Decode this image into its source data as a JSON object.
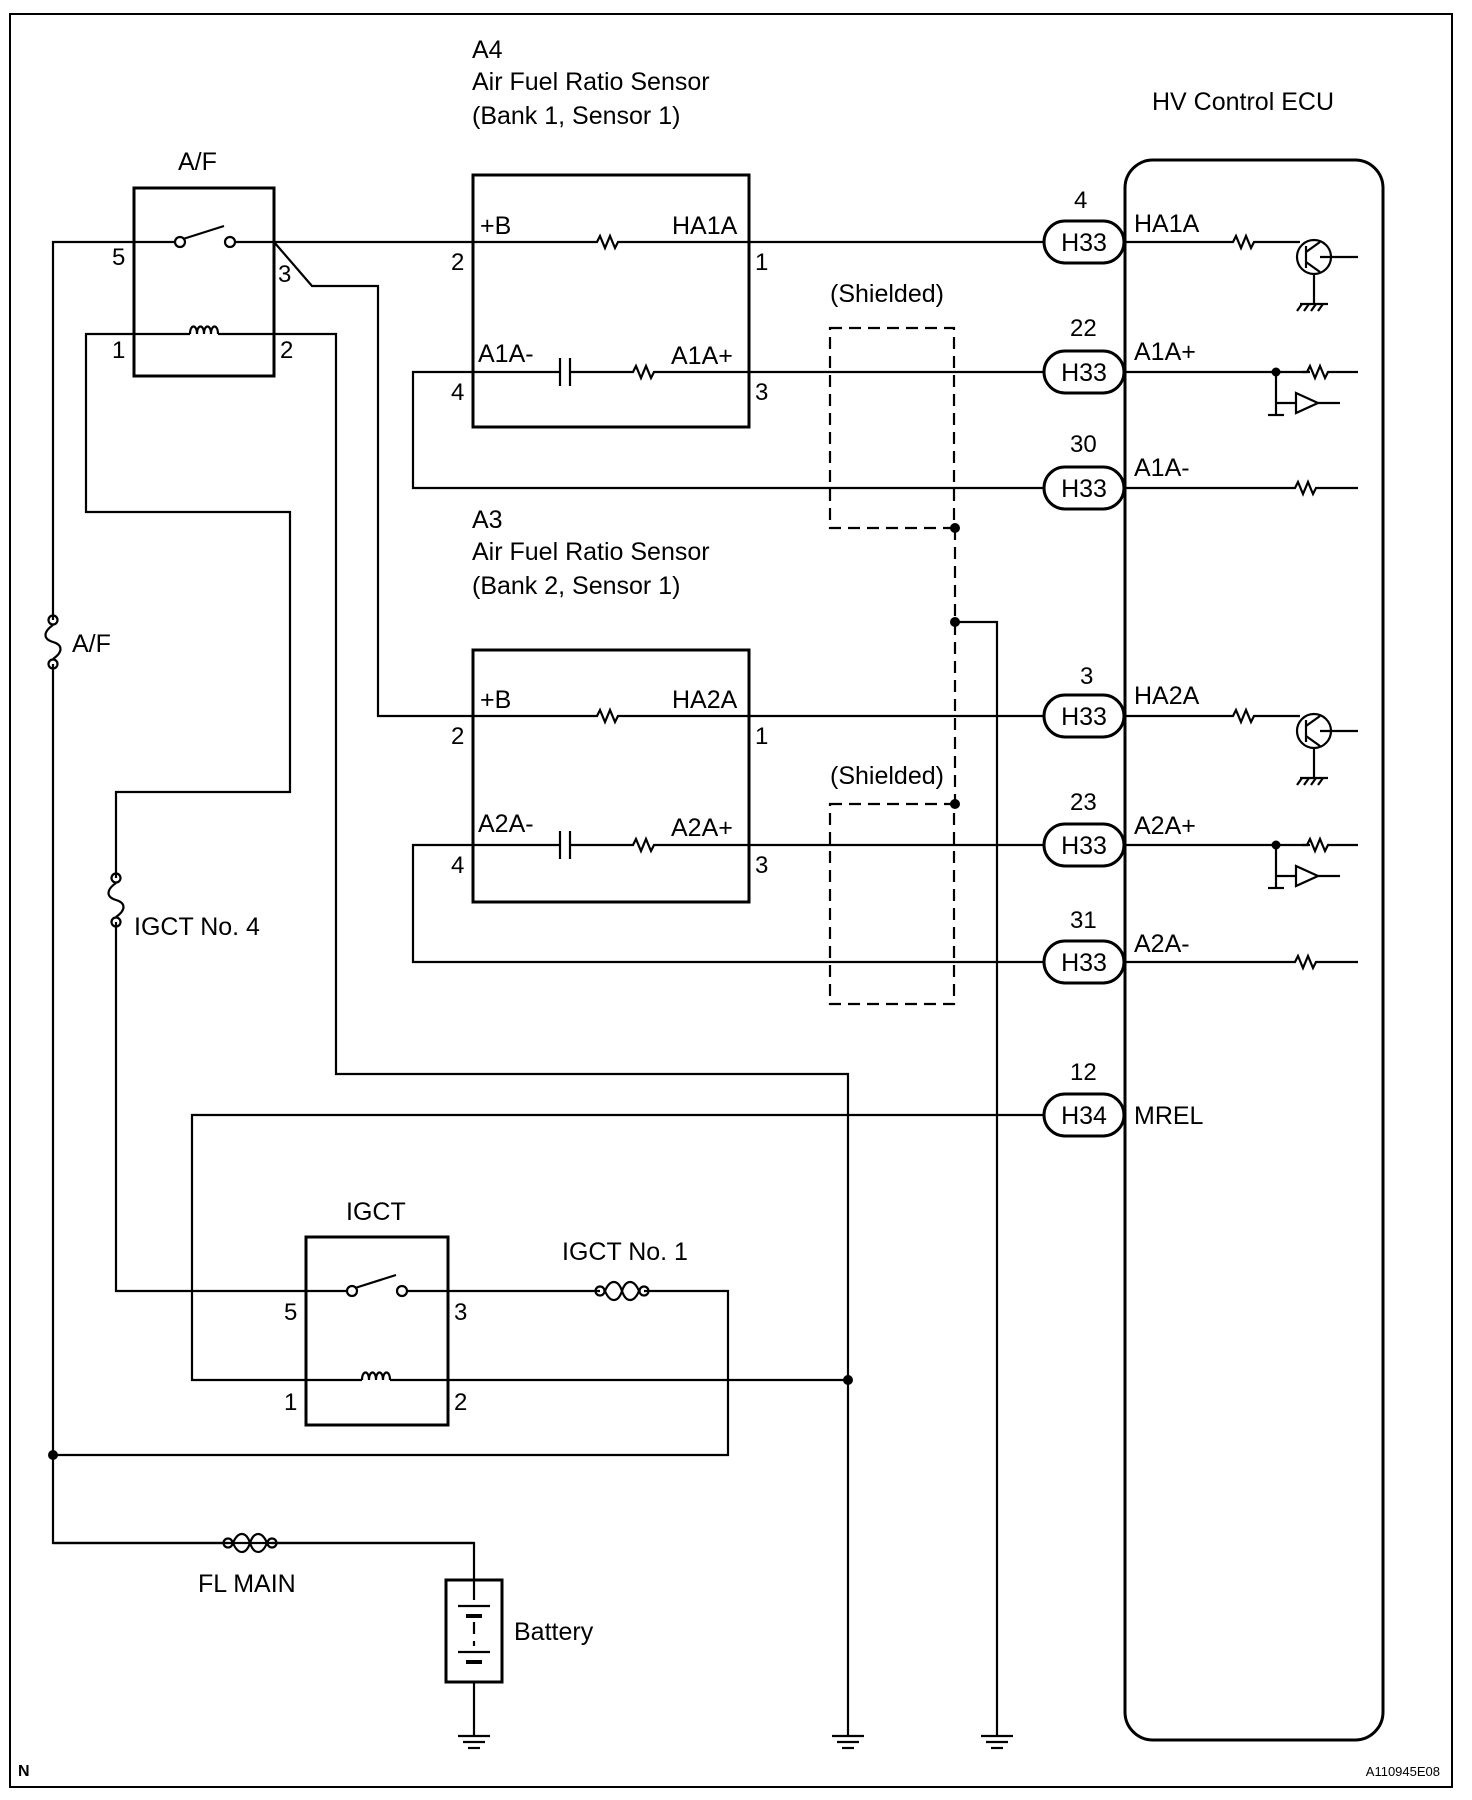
{
  "components": {
    "a4_id": "A4",
    "a4_name": "Air Fuel Ratio Sensor",
    "a4_position": "(Bank 1, Sensor 1)",
    "a3_id": "A3",
    "a3_name": "Air Fuel Ratio Sensor",
    "a3_position": "(Bank 2, Sensor 1)",
    "ecu": "HV Control ECU",
    "af_relay": "A/F",
    "igct_relay": "IGCT",
    "battery": "Battery"
  },
  "fuses": {
    "af": "A/F",
    "igct_no4": "IGCT No. 4",
    "igct_no1": "IGCT No. 1",
    "fl_main": "FL MAIN"
  },
  "shield_labels": {
    "top": "(Shielded)",
    "bottom": "(Shielded)"
  },
  "a4_terminals": {
    "plus_b": "+B",
    "ha": "HA1A",
    "minus": "A1A-",
    "plus": "A1A+"
  },
  "a3_terminals": {
    "plus_b": "+B",
    "ha": "HA2A",
    "minus": "A2A-",
    "plus": "A2A+"
  },
  "a4_pins": {
    "p2": "2",
    "p1": "1",
    "p4": "4",
    "p3": "3"
  },
  "a3_pins": {
    "p2": "2",
    "p1": "1",
    "p4": "4",
    "p3": "3"
  },
  "af_relay_pins": {
    "p5": "5",
    "p3": "3",
    "p1": "1",
    "p2": "2"
  },
  "igct_relay_pins": {
    "p5": "5",
    "p3": "3",
    "p1": "1",
    "p2": "2"
  },
  "ecu_connections": [
    {
      "pin": "4",
      "connector": "H33",
      "signal": "HA1A"
    },
    {
      "pin": "22",
      "connector": "H33",
      "signal": "A1A+"
    },
    {
      "pin": "30",
      "connector": "H33",
      "signal": "A1A-"
    },
    {
      "pin": "3",
      "connector": "H33",
      "signal": "HA2A"
    },
    {
      "pin": "23",
      "connector": "H33",
      "signal": "A2A+"
    },
    {
      "pin": "31",
      "connector": "H33",
      "signal": "A2A-"
    },
    {
      "pin": "12",
      "connector": "H34",
      "signal": "MREL"
    }
  ],
  "footer": {
    "left": "N",
    "right": "A110945E08"
  }
}
